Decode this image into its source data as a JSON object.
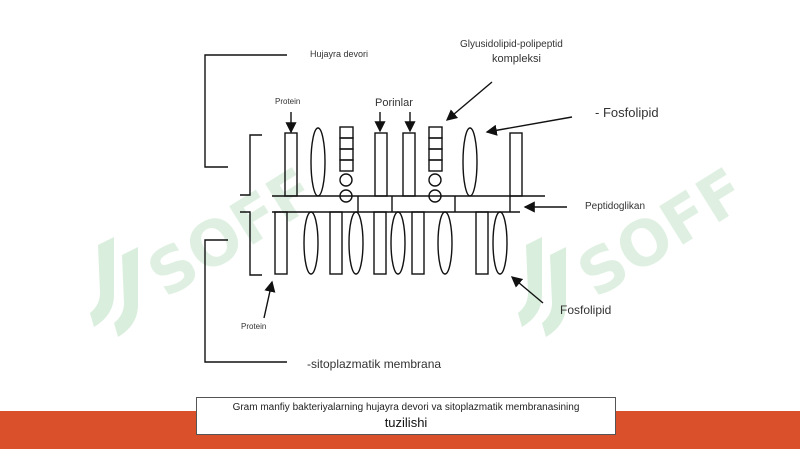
{
  "labels": {
    "hujayra_devori": "Hujayra devori",
    "glikolipid_line1": "Glyusidolipid-polipeptid",
    "glikolipid_line2": "kompleksi",
    "protein_top": "Protein",
    "porinlar": "Porinlar",
    "fosfolipid_top": "- Fosfolipid",
    "peptidoglikan": "Peptidoglikan",
    "fosfolipid_bottom": "Fosfolipid",
    "protein_bottom": "Protein",
    "sitoplazmatik": "-sitoplazmatik membrana"
  },
  "caption": {
    "line1": "Gram manfiy bakteriyalarning hujayra devori va sitoplazmatik membranasining",
    "line2": "tuzilishi"
  },
  "watermark": {
    "text": "SOFF"
  },
  "colors": {
    "line": "#111111",
    "bottom_bar": "#d9502a",
    "watermark": "#b9e0bf"
  }
}
